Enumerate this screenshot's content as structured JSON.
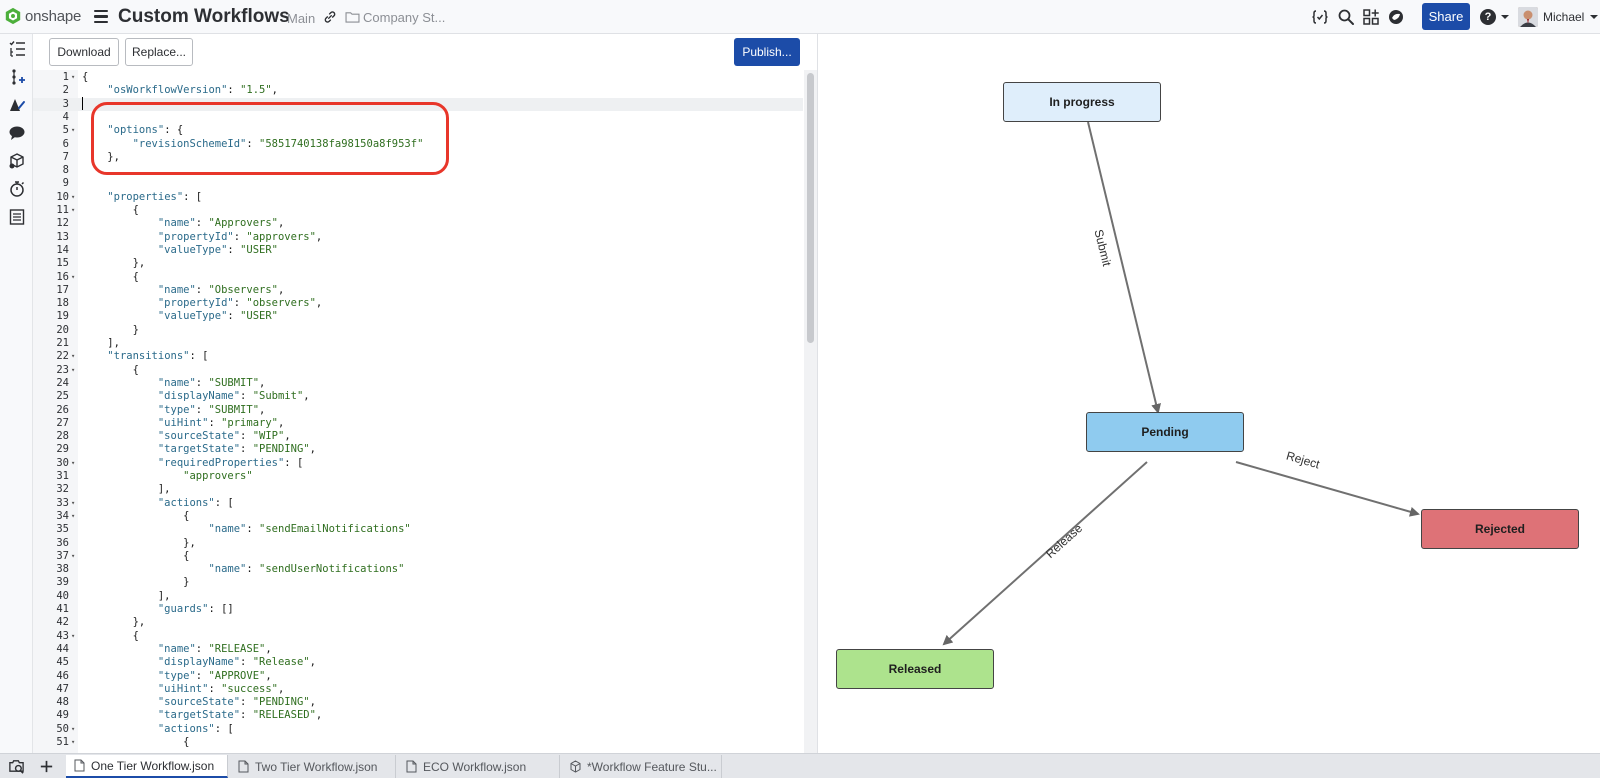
{
  "header": {
    "brand": "onshape",
    "document_title": "Custom Workflows",
    "branch": "Main",
    "folder": "Company St...",
    "share_label": "Share",
    "help_label": "?",
    "user_name": "Michael",
    "brand_color": "#1c4ca8"
  },
  "toolbar": {
    "download_label": "Download",
    "replace_label": "Replace...",
    "publish_label": "Publish..."
  },
  "editor": {
    "lines": [
      {
        "n": "1",
        "fold": true,
        "code": "{"
      },
      {
        "n": "2",
        "fold": false,
        "code": "    \"osWorkflowVersion\": \"1.5\","
      },
      {
        "n": "3",
        "fold": false,
        "code": ""
      },
      {
        "n": "4",
        "fold": false,
        "code": ""
      },
      {
        "n": "5",
        "fold": true,
        "code": "    \"options\": {"
      },
      {
        "n": "6",
        "fold": false,
        "code": "        \"revisionSchemeId\": \"5851740138fa98150a8f953f\""
      },
      {
        "n": "7",
        "fold": false,
        "code": "    },"
      },
      {
        "n": "8",
        "fold": false,
        "code": ""
      },
      {
        "n": "9",
        "fold": false,
        "code": ""
      },
      {
        "n": "10",
        "fold": true,
        "code": "    \"properties\": ["
      },
      {
        "n": "11",
        "fold": true,
        "code": "        {"
      },
      {
        "n": "12",
        "fold": false,
        "code": "            \"name\": \"Approvers\","
      },
      {
        "n": "13",
        "fold": false,
        "code": "            \"propertyId\": \"approvers\","
      },
      {
        "n": "14",
        "fold": false,
        "code": "            \"valueType\": \"USER\""
      },
      {
        "n": "15",
        "fold": false,
        "code": "        },"
      },
      {
        "n": "16",
        "fold": true,
        "code": "        {"
      },
      {
        "n": "17",
        "fold": false,
        "code": "            \"name\": \"Observers\","
      },
      {
        "n": "18",
        "fold": false,
        "code": "            \"propertyId\": \"observers\","
      },
      {
        "n": "19",
        "fold": false,
        "code": "            \"valueType\": \"USER\""
      },
      {
        "n": "20",
        "fold": false,
        "code": "        }"
      },
      {
        "n": "21",
        "fold": false,
        "code": "    ],"
      },
      {
        "n": "22",
        "fold": true,
        "code": "    \"transitions\": ["
      },
      {
        "n": "23",
        "fold": true,
        "code": "        {"
      },
      {
        "n": "24",
        "fold": false,
        "code": "            \"name\": \"SUBMIT\","
      },
      {
        "n": "25",
        "fold": false,
        "code": "            \"displayName\": \"Submit\","
      },
      {
        "n": "26",
        "fold": false,
        "code": "            \"type\": \"SUBMIT\","
      },
      {
        "n": "27",
        "fold": false,
        "code": "            \"uiHint\": \"primary\","
      },
      {
        "n": "28",
        "fold": false,
        "code": "            \"sourceState\": \"WIP\","
      },
      {
        "n": "29",
        "fold": false,
        "code": "            \"targetState\": \"PENDING\","
      },
      {
        "n": "30",
        "fold": true,
        "code": "            \"requiredProperties\": ["
      },
      {
        "n": "31",
        "fold": false,
        "code": "                \"approvers\""
      },
      {
        "n": "32",
        "fold": false,
        "code": "            ],"
      },
      {
        "n": "33",
        "fold": true,
        "code": "            \"actions\": ["
      },
      {
        "n": "34",
        "fold": true,
        "code": "                {"
      },
      {
        "n": "35",
        "fold": false,
        "code": "                    \"name\": \"sendEmailNotifications\""
      },
      {
        "n": "36",
        "fold": false,
        "code": "                },"
      },
      {
        "n": "37",
        "fold": true,
        "code": "                {"
      },
      {
        "n": "38",
        "fold": false,
        "code": "                    \"name\": \"sendUserNotifications\""
      },
      {
        "n": "39",
        "fold": false,
        "code": "                }"
      },
      {
        "n": "40",
        "fold": false,
        "code": "            ],"
      },
      {
        "n": "41",
        "fold": false,
        "code": "            \"guards\": []"
      },
      {
        "n": "42",
        "fold": false,
        "code": "        },"
      },
      {
        "n": "43",
        "fold": true,
        "code": "        {"
      },
      {
        "n": "44",
        "fold": false,
        "code": "            \"name\": \"RELEASE\","
      },
      {
        "n": "45",
        "fold": false,
        "code": "            \"displayName\": \"Release\","
      },
      {
        "n": "46",
        "fold": false,
        "code": "            \"type\": \"APPROVE\","
      },
      {
        "n": "47",
        "fold": false,
        "code": "            \"uiHint\": \"success\","
      },
      {
        "n": "48",
        "fold": false,
        "code": "            \"sourceState\": \"PENDING\","
      },
      {
        "n": "49",
        "fold": false,
        "code": "            \"targetState\": \"RELEASED\","
      },
      {
        "n": "50",
        "fold": true,
        "code": "            \"actions\": ["
      },
      {
        "n": "51",
        "fold": true,
        "code": "                {"
      }
    ],
    "active_line": "3",
    "highlight_color": "#e8362a"
  },
  "diagram": {
    "states": {
      "in_progress": {
        "label": "In progress",
        "color": "#dfeefb"
      },
      "pending": {
        "label": "Pending",
        "color": "#8fcbef"
      },
      "rejected": {
        "label": "Rejected",
        "color": "#de7277"
      },
      "released": {
        "label": "Released",
        "color": "#ade38d"
      }
    },
    "edges": {
      "submit": "Submit",
      "reject": "Reject",
      "release": "Release"
    }
  },
  "tabs": [
    {
      "label": "One Tier Workflow.json",
      "active": true,
      "icon": "document-icon"
    },
    {
      "label": "Two Tier Workflow.json",
      "active": false,
      "icon": "document-icon"
    },
    {
      "label": "ECO Workflow.json",
      "active": false,
      "icon": "document-icon"
    },
    {
      "label": "*Workflow Feature Stu...",
      "active": false,
      "icon": "part-studio-icon"
    }
  ]
}
